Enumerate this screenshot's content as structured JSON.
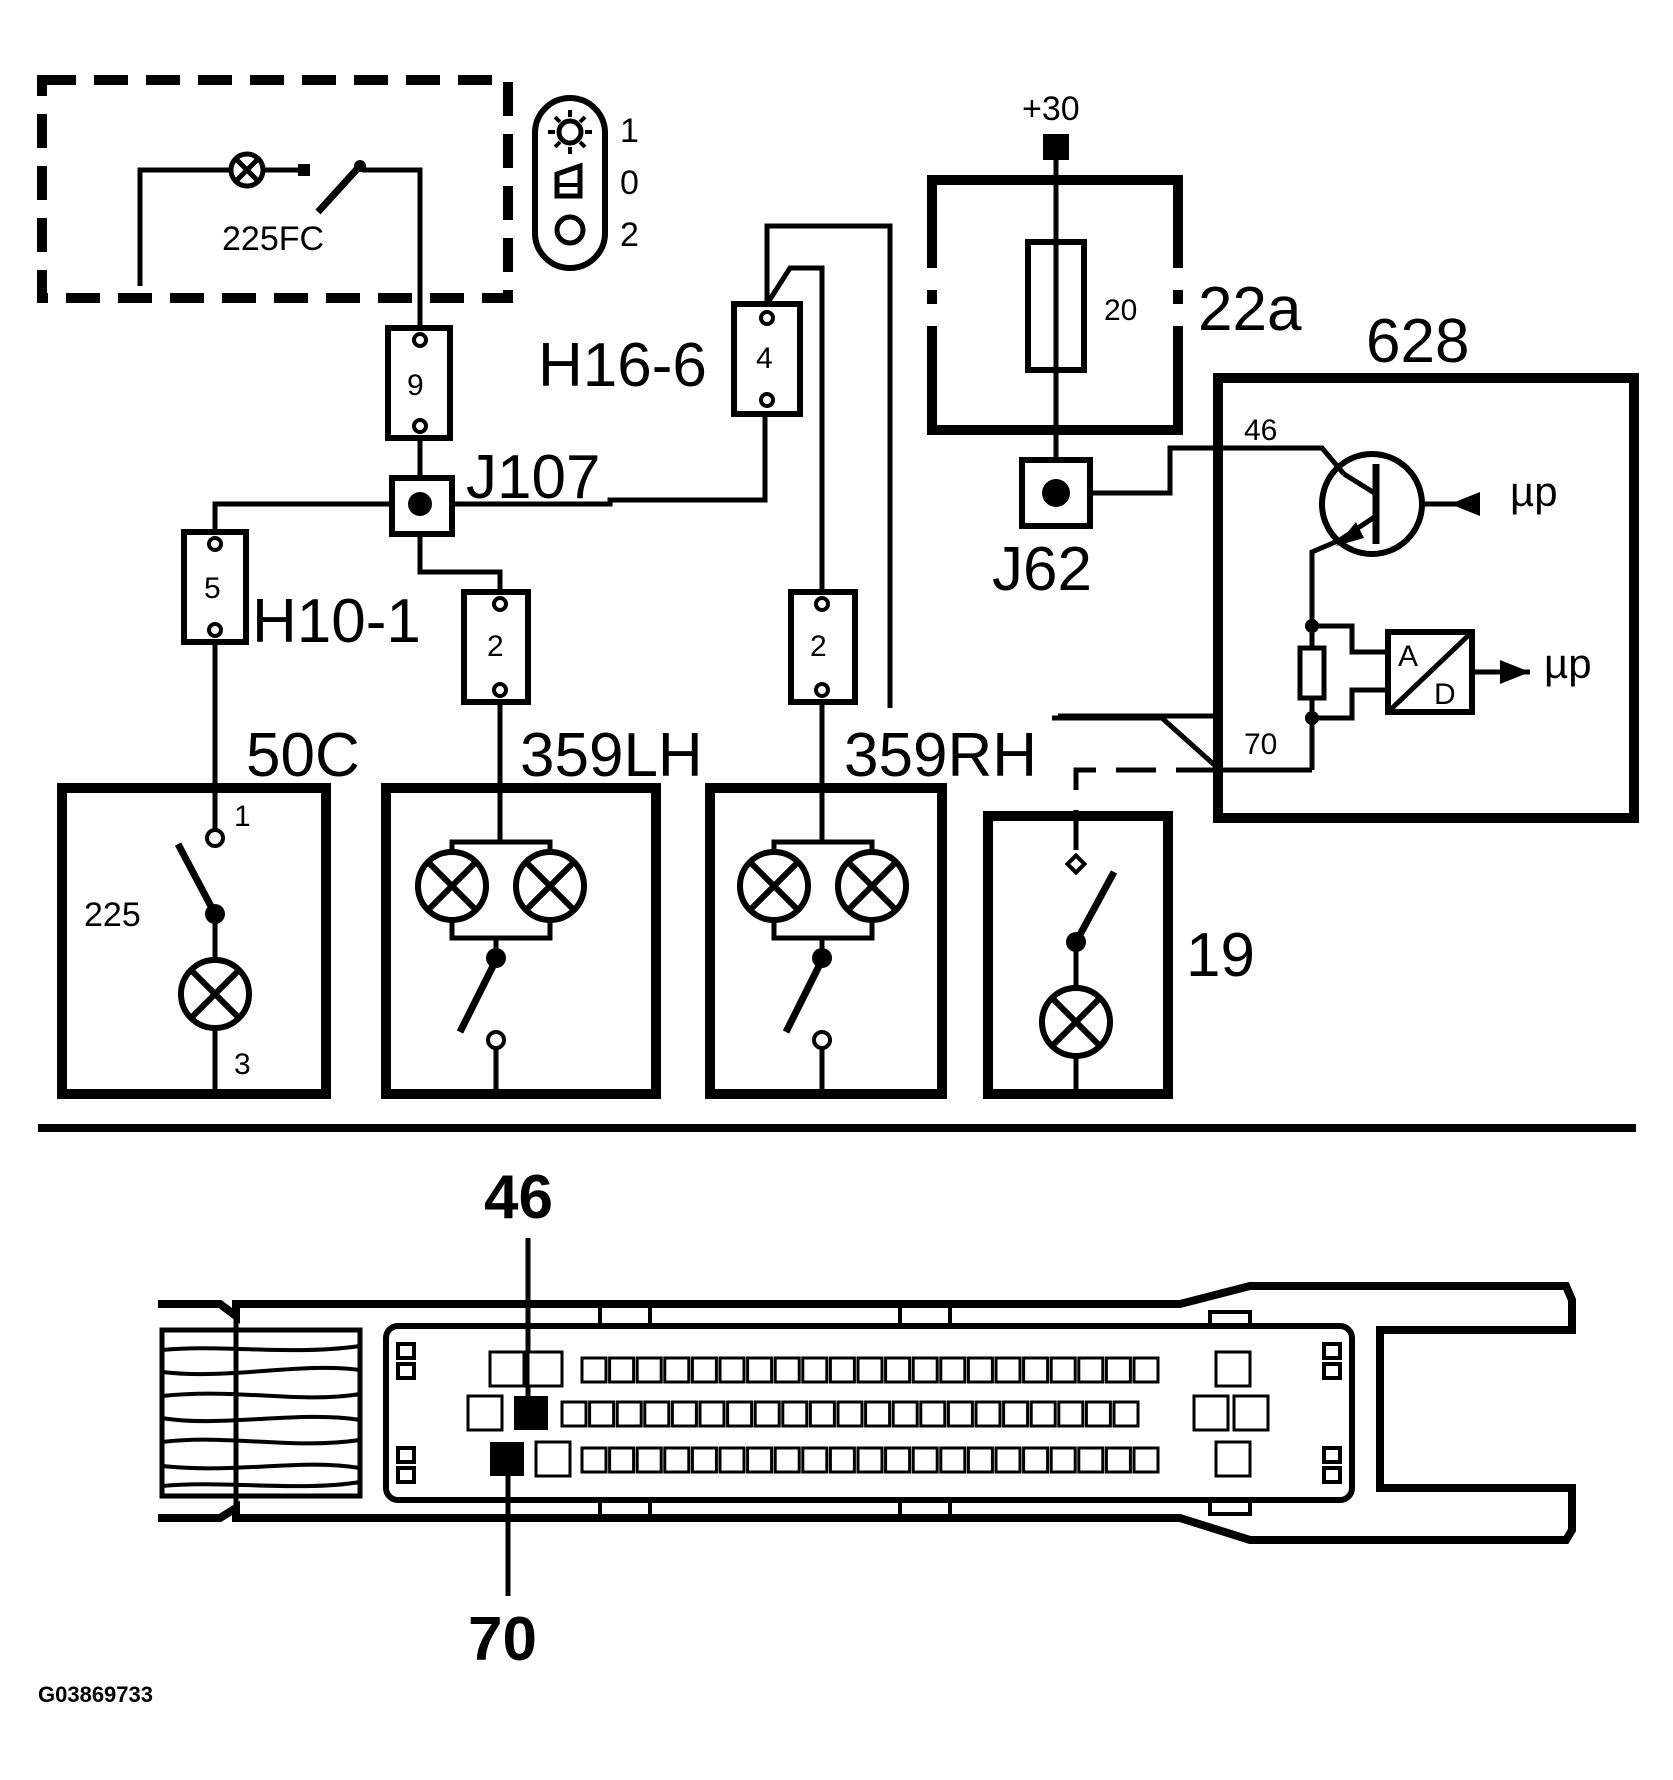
{
  "diagram": {
    "switch_unit": {
      "label": "225FC",
      "positions": [
        "1",
        "0",
        "2"
      ]
    },
    "supply": {
      "label": "+30"
    },
    "fuse_box": {
      "label": "22a",
      "fuse_rating": "20"
    },
    "splice_j62": {
      "label": "J62"
    },
    "splice_j107": {
      "label": "J107"
    },
    "connector_h16": {
      "label": "H16-6",
      "pin": "4"
    },
    "connector_9": {
      "pin": "9"
    },
    "connector_h10": {
      "label": "H10-1",
      "pin": "5"
    },
    "connector_lh": {
      "pin": "2"
    },
    "connector_rh": {
      "pin": "2"
    },
    "module_628": {
      "label": "628",
      "pin_a": "46",
      "pin_b": "70",
      "output_top": "µp",
      "output_bottom": "µp",
      "adc_a": "A",
      "adc_d": "D"
    },
    "unit_50c": {
      "label": "50C",
      "lamp_label": "225",
      "pin_top": "1",
      "pin_bottom": "3"
    },
    "unit_359lh": {
      "label": "359LH"
    },
    "unit_359rh": {
      "label": "359RH"
    },
    "unit_19": {
      "label": "19"
    },
    "ecu_connector": {
      "pin_top_label": "46",
      "pin_bottom_label": "70"
    },
    "figure_id": "G03869733"
  }
}
